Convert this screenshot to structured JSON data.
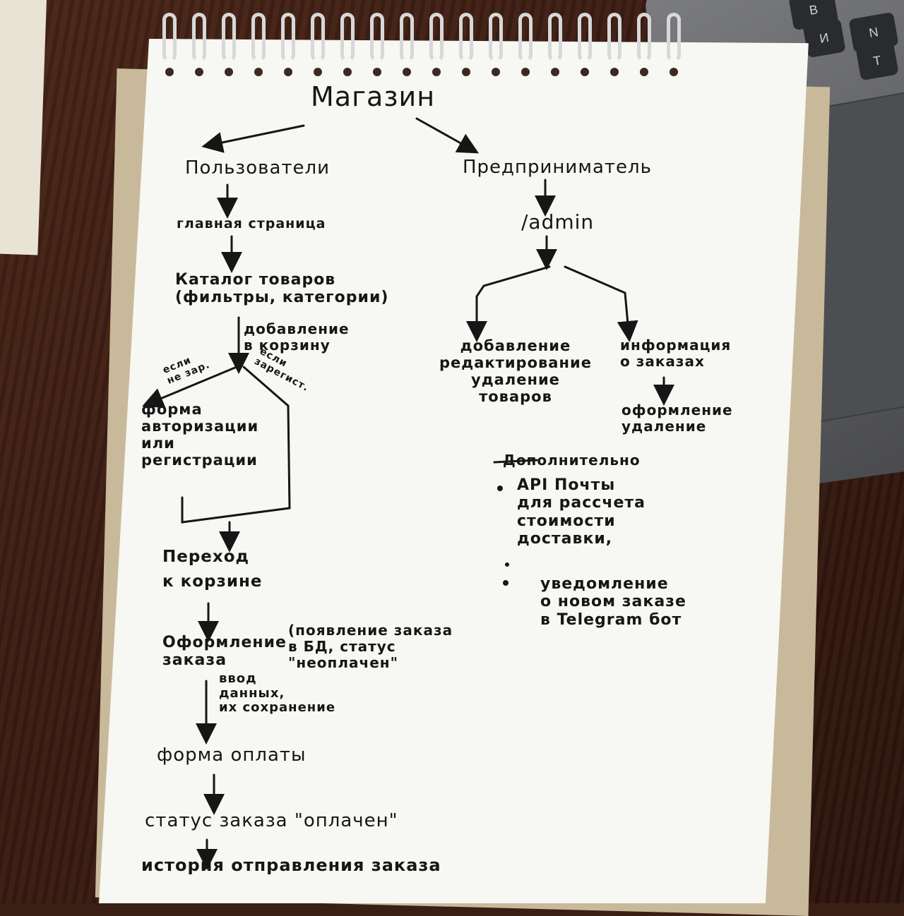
{
  "background": {
    "keys": [
      "B",
      "И",
      "N",
      "Т"
    ]
  },
  "nodes": {
    "root": "Магазин",
    "users": "Пользователи",
    "entrepreneur": "Предприниматель",
    "home_page": "главная страница",
    "admin": "/admin",
    "catalog": "Каталог товаров\n(фильтры, категории)",
    "add_to_cart": "добавление\nв корзину",
    "if_not_registered": "если\nне зар.",
    "if_registered": "если\nзарегист.",
    "auth_form": "форма\nавторизации\nили\nрегистрации",
    "goods_management": "добавление\nредактирование\nудаление\nтоваров",
    "order_info": "информация\nо заказах",
    "processing_cancel": "оформление\nудаление",
    "additionally": "Дополнительно",
    "post_api": "API Почты\nдля рассчета\nстоимости\nдоставки,",
    "new_order_notice": "уведомление\nо новом заказе\nв Telegram бот",
    "go_to_cart": "Переход\nк корзине",
    "order_checkout": "Оформление\nзаказа",
    "order_db_note": "(появление заказа\nв БД, статус\n\"неоплачен\"",
    "data_entry": "ввод\nданных,\nих сохранение",
    "payment_form": "форма оплаты",
    "status_paid": "статус заказа \"оплачен\"",
    "history": "история отправления заказа"
  },
  "colors": {
    "ink": "#161616",
    "paper": "#f7f7f3",
    "desk": "#3b1c12"
  }
}
